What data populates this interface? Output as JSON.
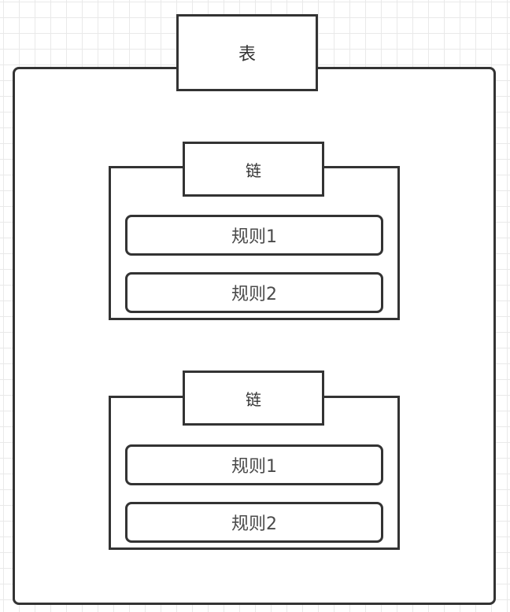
{
  "diagram": {
    "table": {
      "label": "表"
    },
    "chains": [
      {
        "label": "链",
        "rules": [
          {
            "label": "规则1"
          },
          {
            "label": "规则2"
          }
        ]
      },
      {
        "label": "链",
        "rules": [
          {
            "label": "规则1"
          },
          {
            "label": "规则2"
          }
        ]
      }
    ]
  }
}
